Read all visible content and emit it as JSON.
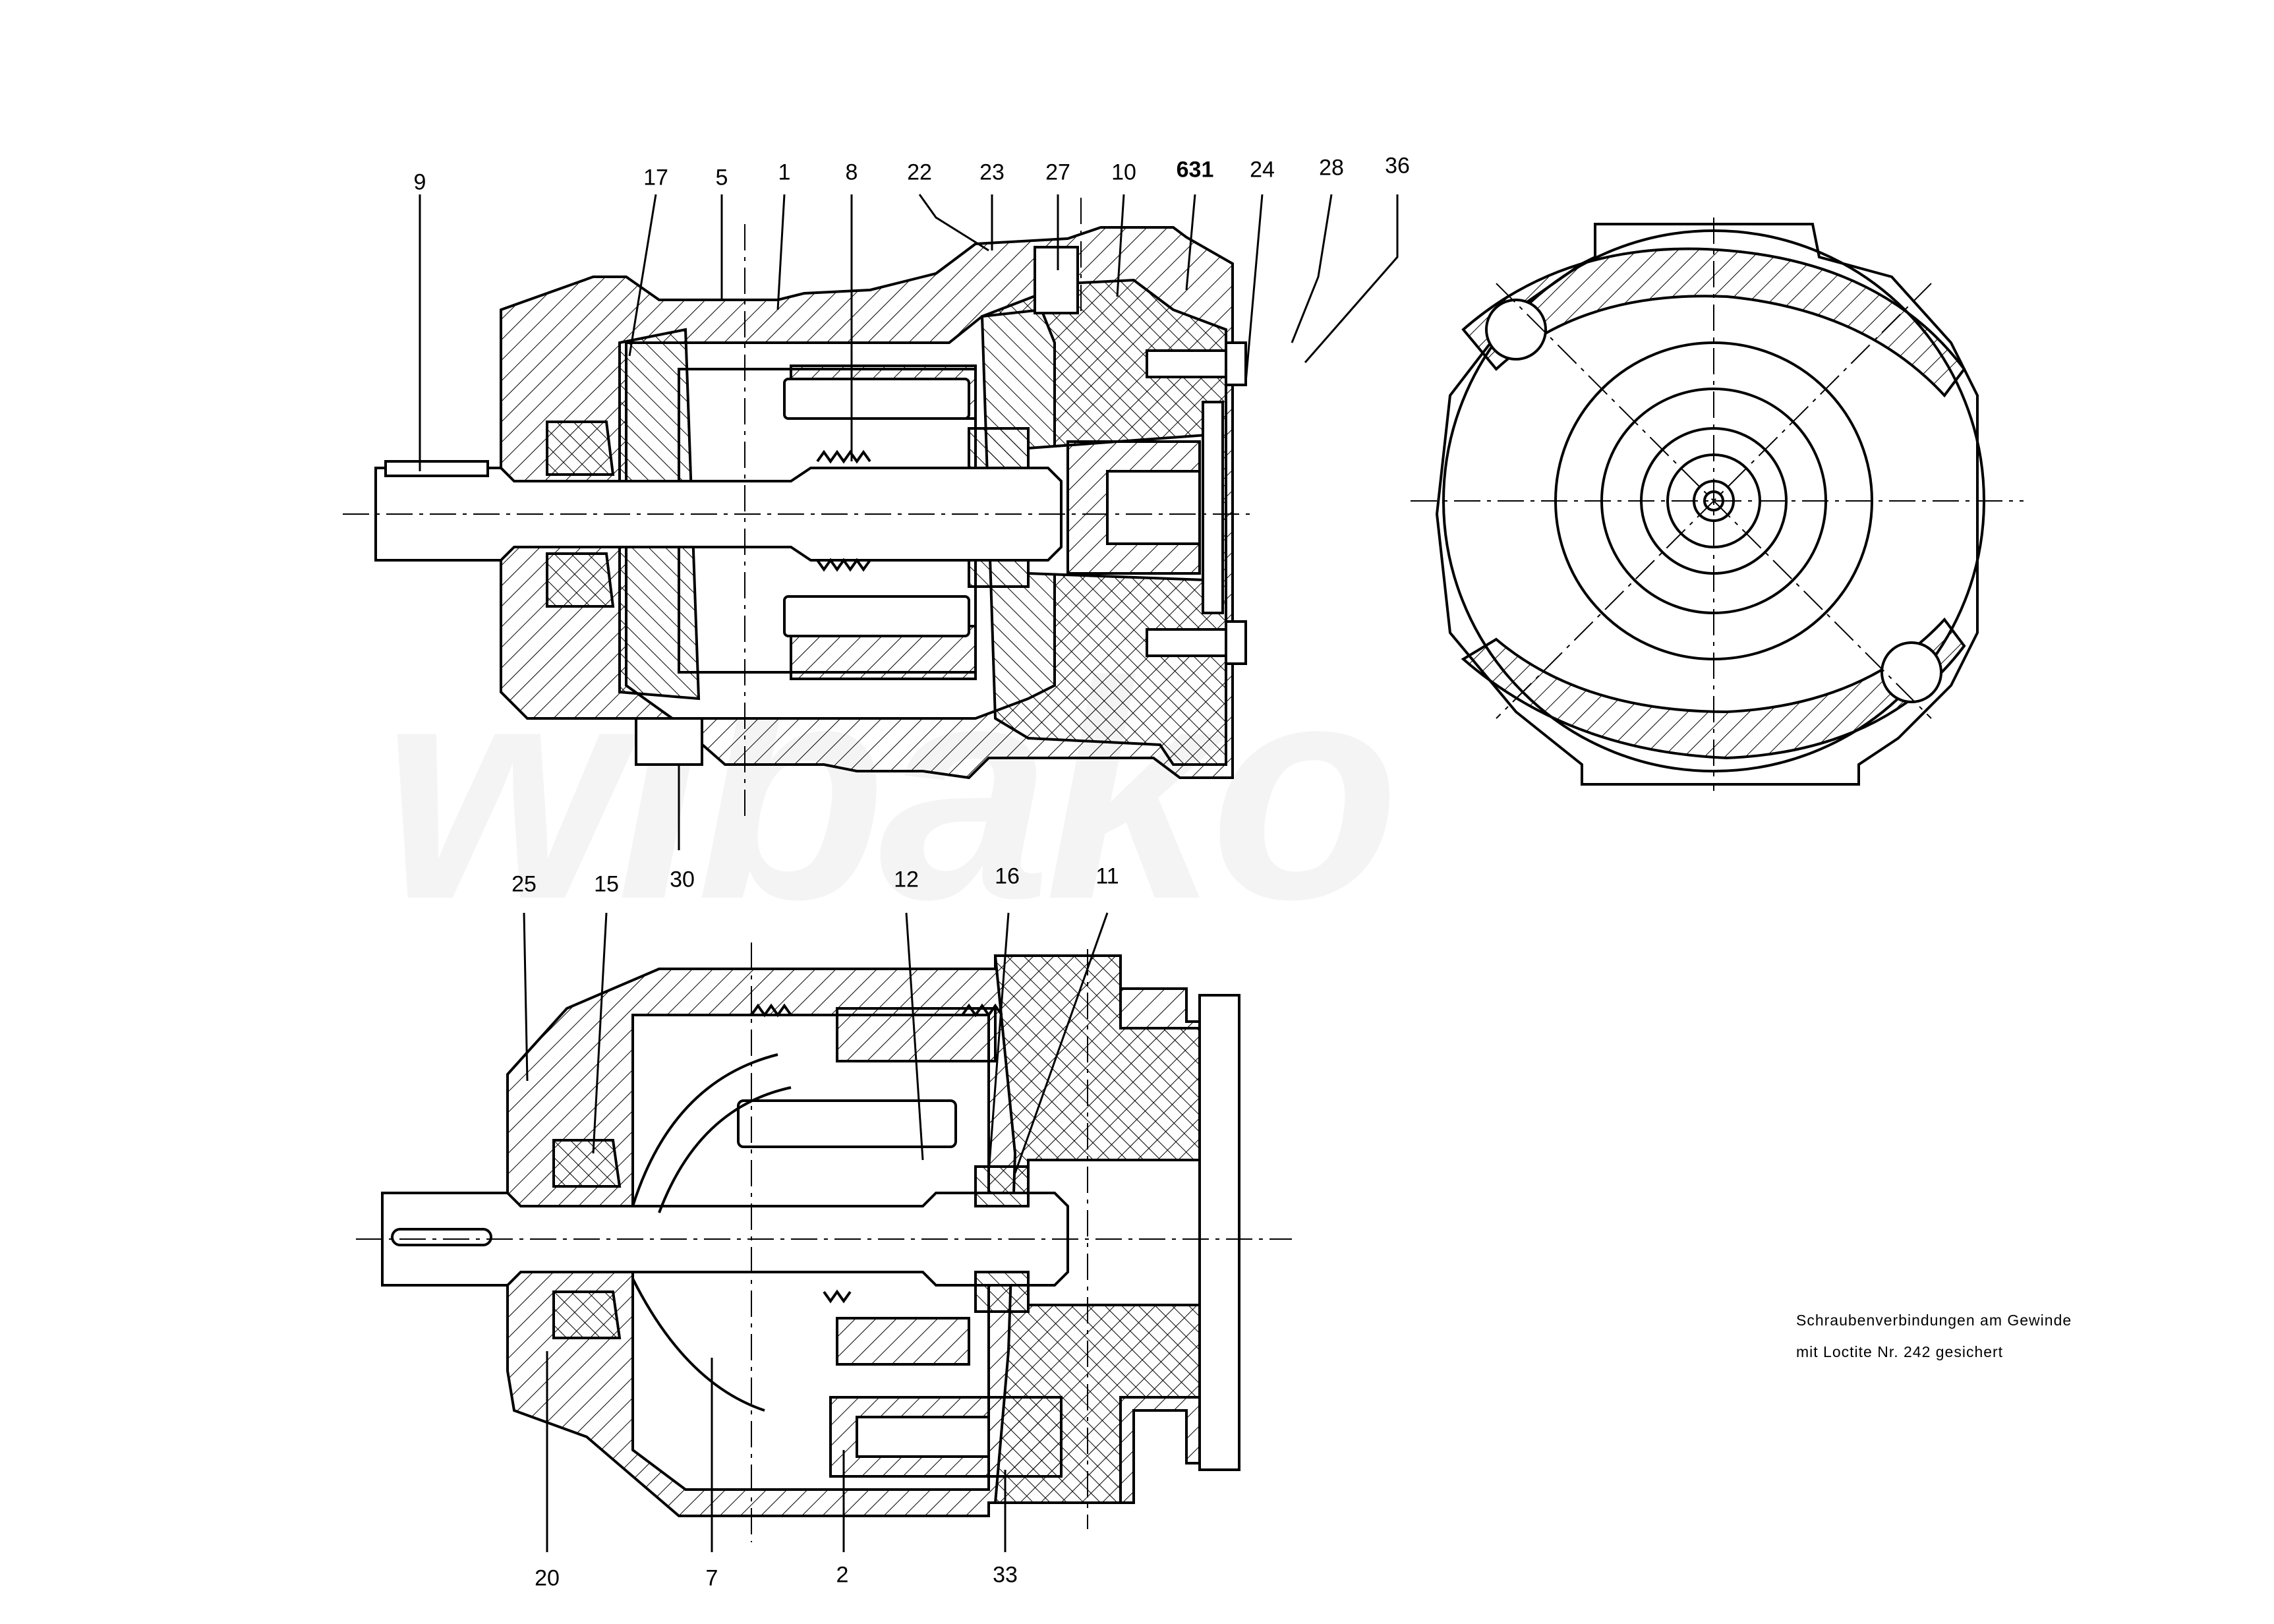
{
  "watermark": "wibako",
  "note": {
    "line1": "Schraubenverbindungen am Gewinde",
    "line2": "mit Loctite Nr. 242 gesichert"
  },
  "callouts_top": [
    {
      "key": "9",
      "text": "9"
    },
    {
      "key": "17",
      "text": "17"
    },
    {
      "key": "5",
      "text": "5"
    },
    {
      "key": "1",
      "text": "1"
    },
    {
      "key": "8",
      "text": "8"
    },
    {
      "key": "22",
      "text": "22"
    },
    {
      "key": "23",
      "text": "23"
    },
    {
      "key": "27",
      "text": "27"
    },
    {
      "key": "10",
      "text": "10"
    },
    {
      "key": "631",
      "text": "631"
    },
    {
      "key": "24",
      "text": "24"
    },
    {
      "key": "28",
      "text": "28"
    },
    {
      "key": "36",
      "text": "36"
    },
    {
      "key": "30",
      "text": "30"
    }
  ],
  "callouts_bottom": [
    {
      "key": "25",
      "text": "25"
    },
    {
      "key": "15",
      "text": "15"
    },
    {
      "key": "12",
      "text": "12"
    },
    {
      "key": "16",
      "text": "16"
    },
    {
      "key": "11",
      "text": "11"
    },
    {
      "key": "20",
      "text": "20"
    },
    {
      "key": "7",
      "text": "7"
    },
    {
      "key": "2",
      "text": "2"
    },
    {
      "key": "33",
      "text": "33"
    }
  ]
}
